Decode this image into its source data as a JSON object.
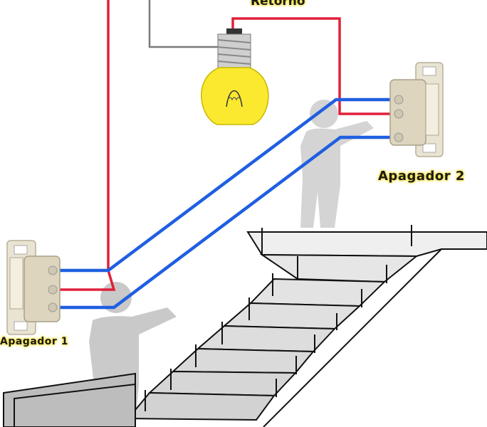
{
  "labels": {
    "retorno": "Retorno",
    "switch_1": "Apagador 1",
    "switch_2": "Apagador 2"
  },
  "colors": {
    "retorno_wire": "#e0203a",
    "traveler_wire": "#1f5fe0",
    "neutral_wire": "#7a7a7a",
    "bulb_glass": "#fbe92f",
    "switch_body": "#e9e3d2",
    "silhouette": "#c8c8c8",
    "label_glow": "#f5e13a"
  },
  "icons": [
    "light-bulb-icon",
    "switch-icon",
    "person-silhouette-icon",
    "staircase-icon"
  ]
}
